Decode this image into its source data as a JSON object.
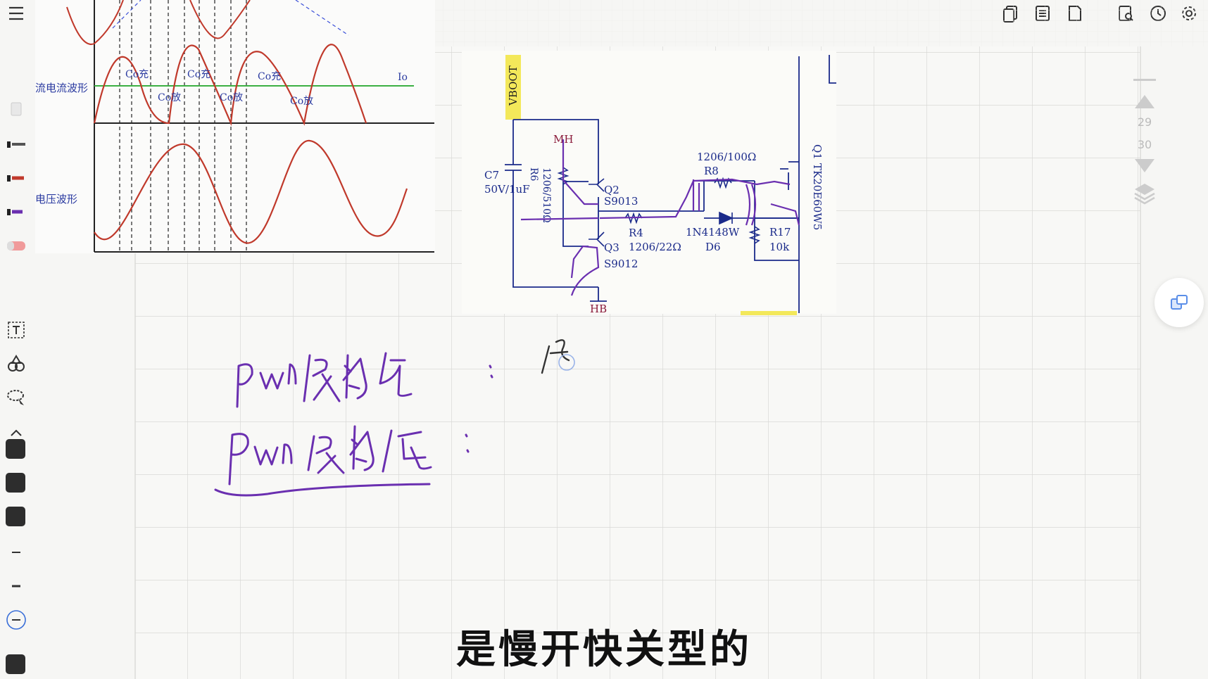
{
  "waveform": {
    "current_label": "流电流波形",
    "voltage_label": "电压波形",
    "io_label": "Io",
    "co_labels": [
      "Co充",
      "Co充",
      "Co充",
      "Co放",
      "Co放",
      "Co放"
    ]
  },
  "schematic": {
    "vboot": "VBOOT",
    "mh": "MH",
    "hb": "HB",
    "c7_name": "C7",
    "c7_value": "50V/1uF",
    "r6": "R6",
    "r6_value": "1206/510Ω",
    "q2": "Q2",
    "q2_part": "S9013",
    "q3": "Q3",
    "q3_part": "S9012",
    "r4": "R4",
    "r4_value": "1206/22Ω",
    "r8_value": "1206/100Ω",
    "r8": "R8",
    "d6_part": "1N4148W",
    "d6": "D6",
    "r17": "R17",
    "r17_value": "10k",
    "q1": "Q1",
    "q1_part": "TK20E60W5"
  },
  "page_nav": {
    "pages": [
      "29",
      "30"
    ]
  },
  "subtitle": "是慢开快关型的",
  "colors": {
    "ink": "#6a2fb0",
    "wave": "#c0392b",
    "grid": "#d9d9d6",
    "green": "#3cb043",
    "highlight": "#f3e85a"
  }
}
